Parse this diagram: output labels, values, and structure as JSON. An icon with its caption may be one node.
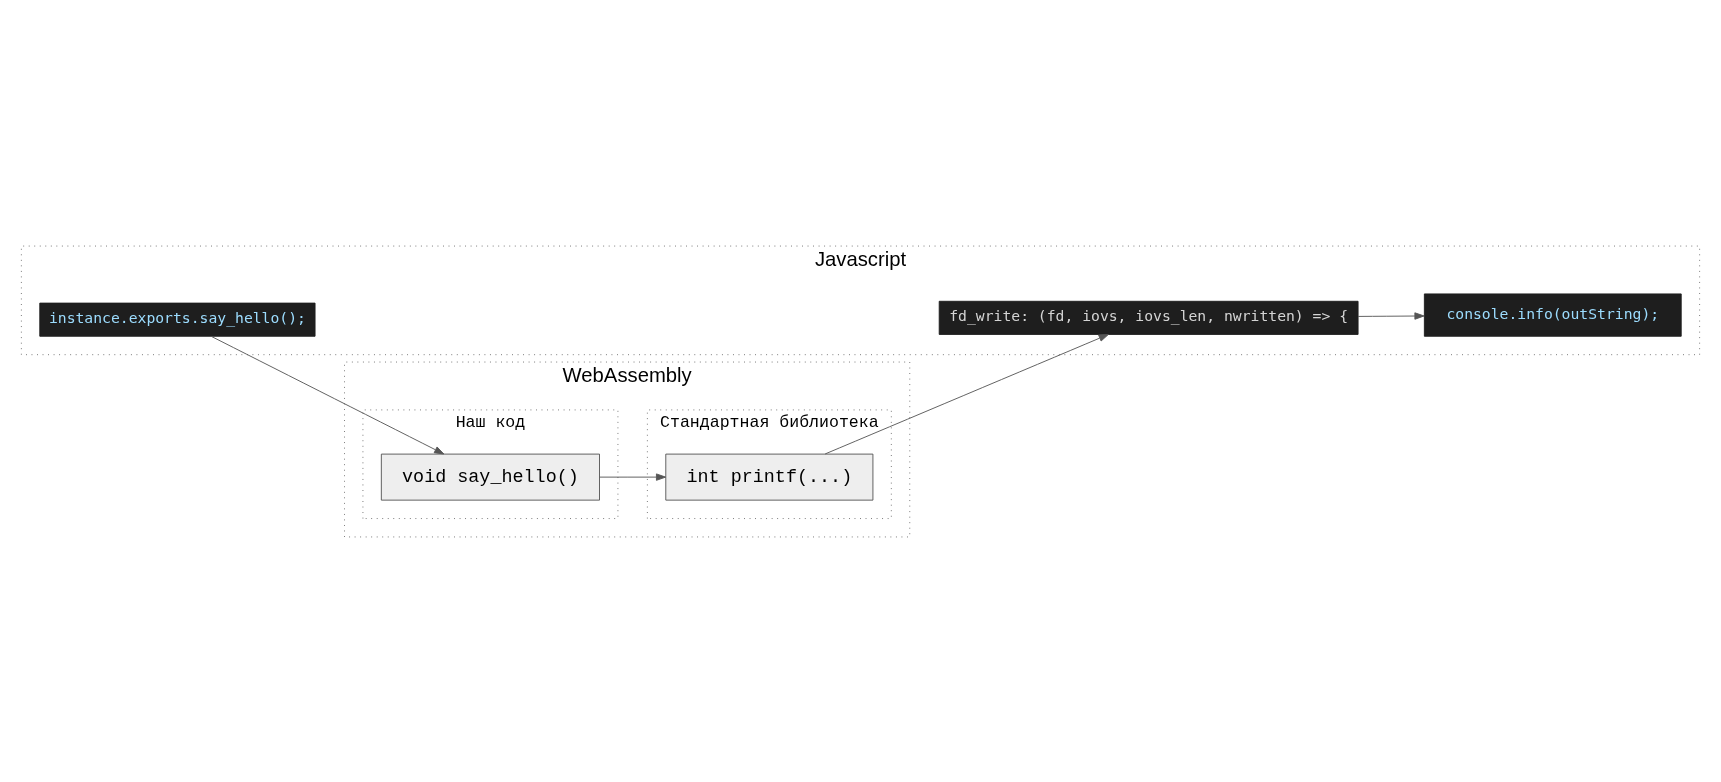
{
  "diagram": {
    "nodes": [
      {
        "text": [
          "Javascript"
        ]
      },
      {
        "text": [
          "instance.exports.say_hello();"
        ],
        "in": 0
      },
      {
        "text": [
          "fd_write: (fd, iovs, iovs_len, nwritten) => {"
        ],
        "in": 0
      },
      {
        "text": [
          "console.info(outString);"
        ],
        "in": 0
      },
      {
        "text": [
          "WebAssembly"
        ]
      },
      {
        "text": [
          "Наш код"
        ],
        "in": 4
      },
      {
        "text": [
          "void say_hello()"
        ],
        "in": 5
      },
      {
        "text": [
          "Стандартная библиотека"
        ],
        "in": 4
      },
      {
        "text": [
          "int printf(...)"
        ],
        "in": 7
      }
    ],
    "edges": [
      {
        "from": 1,
        "to": 6,
        "arrow": "to"
      },
      {
        "from": 6,
        "to": 8,
        "arrow": "to"
      },
      {
        "from": 8,
        "to": 2,
        "arrow": "to"
      },
      {
        "from": 2,
        "to": 3,
        "arrow": "to"
      }
    ]
  }
}
